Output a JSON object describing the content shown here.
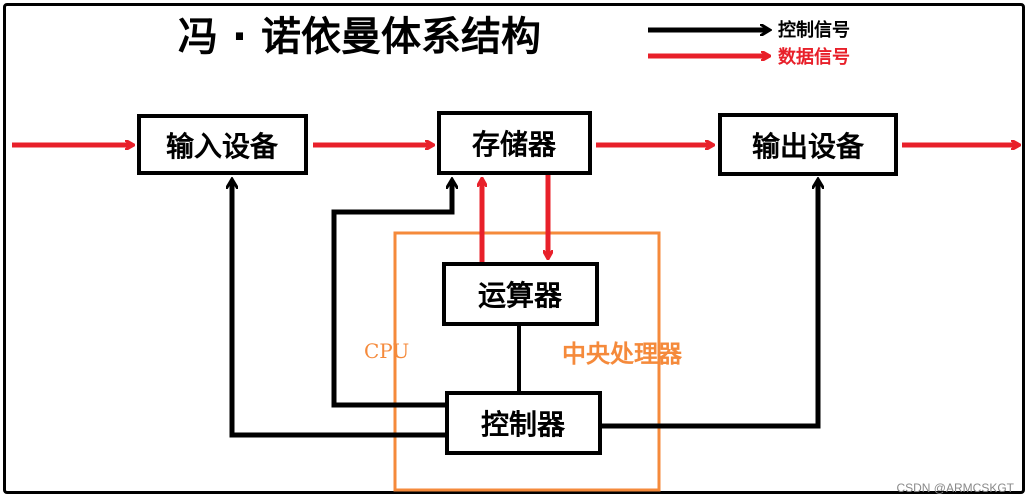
{
  "title": "冯 · 诺依曼体系结构",
  "legend": {
    "control": {
      "label": "控制信号",
      "color": "#000000"
    },
    "data": {
      "label": "数据信号",
      "color": "#e8202a"
    }
  },
  "boxes": {
    "input_device": "输入设备",
    "memory": "存储器",
    "output_device": "输出设备",
    "alu": "运算器",
    "controller": "控制器"
  },
  "cpu_region": {
    "label_en": "CPU",
    "label_cn": "中央处理器",
    "color": "#f58a3b"
  },
  "watermark": "CSDN @ARMCSKGT"
}
